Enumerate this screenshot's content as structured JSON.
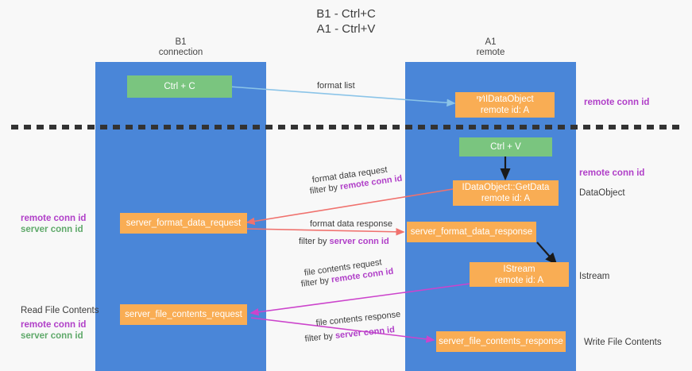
{
  "title": {
    "line1": "B1 - Ctrl+C",
    "line2": "A1 - Ctrl+V"
  },
  "columns": [
    {
      "name": "b1",
      "title": "B1",
      "subtitle": "connection"
    },
    {
      "name": "a1",
      "title": "A1",
      "subtitle": "remote"
    }
  ],
  "nodes": {
    "ctrl_c": {
      "line1": "Ctrl + C",
      "line2": ""
    },
    "idataobject": {
      "line1": "ו⁄זיIDataObject",
      "line2": "remote id: A"
    },
    "ctrl_v": {
      "line1": "Ctrl + V",
      "line2": ""
    },
    "getdata": {
      "line1": "IDataObject::GetData",
      "line2": "remote id: A"
    },
    "server_format_data_request": {
      "line1": "server_format_data_request",
      "line2": ""
    },
    "server_format_data_response": {
      "line1": "server_format_data_response",
      "line2": ""
    },
    "istream": {
      "line1": "IStream",
      "line2": "remote id: A"
    },
    "server_file_contents_request": {
      "line1": "server_file_contents_request",
      "line2": ""
    },
    "server_file_contents_response": {
      "line1": "server_file_contents_response",
      "line2": ""
    }
  },
  "edge_labels": {
    "format_list": "format list",
    "format_data_request": "format data request",
    "format_data_request_filter_pre": "filter by ",
    "format_data_request_filter_key": "remote conn id",
    "format_data_response": "format data response",
    "format_data_response_filter_pre": "filter by ",
    "format_data_response_filter_key": "server conn id",
    "file_contents_request": "file contents request",
    "file_contents_request_filter_pre": "filter by ",
    "file_contents_request_filter_key": "remote conn id",
    "file_contents_response": "file contents response",
    "file_contents_response_filter_pre": "filter by ",
    "file_contents_response_filter_key": "server conn id"
  },
  "annotations": {
    "right_remote_conn_id_top": "remote conn id",
    "right_remote_conn_id_mid": "remote conn id",
    "right_dataobject": "DataObject",
    "right_istream": "Istream",
    "right_write_file_contents": "Write File Contents",
    "left_mid_remote": "remote conn id",
    "left_mid_server": "server conn id",
    "left_bottom_read": "Read File Contents",
    "left_bottom_remote": "remote conn id",
    "left_bottom_server": "server conn id"
  },
  "colors": {
    "lane": "#4a86d8",
    "green_node": "#7ac57f",
    "orange_node": "#f9ad54",
    "purple_text": "#b03fc8",
    "green_text": "#5fa96a",
    "arrow_blue": "#8bc4e8",
    "arrow_red": "#f0726e",
    "arrow_magenta": "#cc44cc",
    "arrow_black": "#1a1a1a",
    "background": "#f8f8f8"
  }
}
